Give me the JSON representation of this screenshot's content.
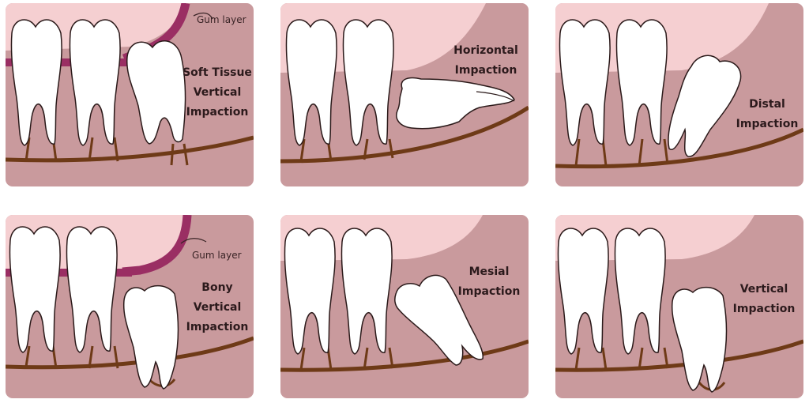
{
  "colors": {
    "panel_bg": "#c99a9d",
    "upper_pink": "#f5cfd1",
    "gum_layer": "#9a2e63",
    "bone_line": "#6e3a17",
    "tooth_fill": "#ffffff",
    "tooth_stroke": "#2b1a1a"
  },
  "panels": [
    {
      "id": "soft-tissue-vertical",
      "label_lines": [
        "Soft Tissue",
        "Vertical",
        "Impaction"
      ],
      "gum_label": "Gum layer",
      "third_molar": "vertical, partially covered by gum"
    },
    {
      "id": "horizontal",
      "label_lines": [
        "Horizontal",
        "Impaction"
      ],
      "third_molar": "horizontal"
    },
    {
      "id": "distal",
      "label_lines": [
        "Distal",
        "Impaction"
      ],
      "third_molar": "tilted backward"
    },
    {
      "id": "bony-vertical",
      "label_lines": [
        "Bony",
        "Vertical",
        "Impaction"
      ],
      "gum_label": "Gum layer",
      "third_molar": "vertical, inside bone"
    },
    {
      "id": "mesial",
      "label_lines": [
        "Mesial",
        "Impaction"
      ],
      "third_molar": "tilted forward"
    },
    {
      "id": "vertical",
      "label_lines": [
        "Vertical",
        "Impaction"
      ],
      "third_molar": "vertical"
    }
  ]
}
